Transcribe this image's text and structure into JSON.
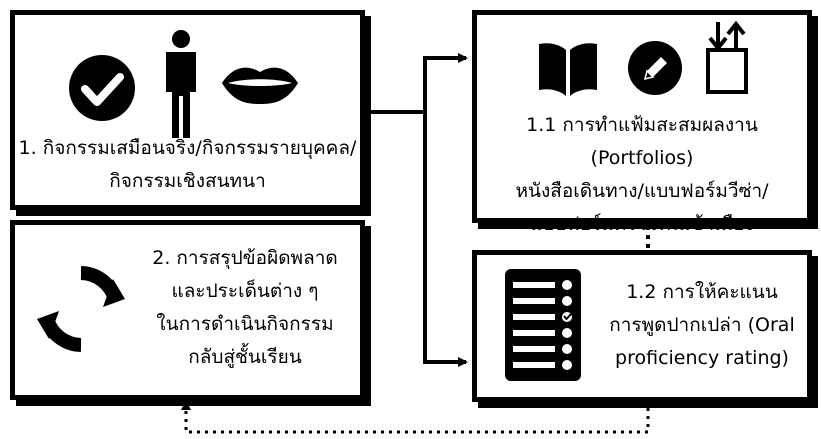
{
  "boxes": {
    "box1": {
      "lines": [
        "1. กิจกรรมเสมือนจริง/กิจกรรมรายบุคคล/",
        "กิจกรรมเชิงสนทนา"
      ],
      "icons": [
        "check-circle-icon",
        "person-icon",
        "lips-icon"
      ]
    },
    "box11": {
      "lines": [
        "1.1 การทำแฟ้มสะสมผลงาน (Portfolios)",
        "หนังสือเดินทาง/แบบฟอร์มวีซ่า/",
        "แบบฟอร์มตรวจคนเข้าเมือง"
      ],
      "icons": [
        "open-book-icon",
        "pencil-circle-icon",
        "up-down-arrows-box-icon"
      ]
    },
    "box2": {
      "lines": [
        "2. การสรุปข้อผิดพลาด",
        "และประเด็นต่าง ๆ",
        "ในการดำเนินกิจกรรม",
        "กลับสู่ชั้นเรียน"
      ],
      "icons": [
        "refresh-cycle-icon"
      ]
    },
    "box12": {
      "lines": [
        "1.2 การให้คะแนน",
        "การพูดปากเปล่า (Oral",
        "proficiency rating)"
      ],
      "icons": [
        "checklist-icon"
      ]
    }
  },
  "colors": {
    "ink": "#000000",
    "paper": "#ffffff"
  }
}
